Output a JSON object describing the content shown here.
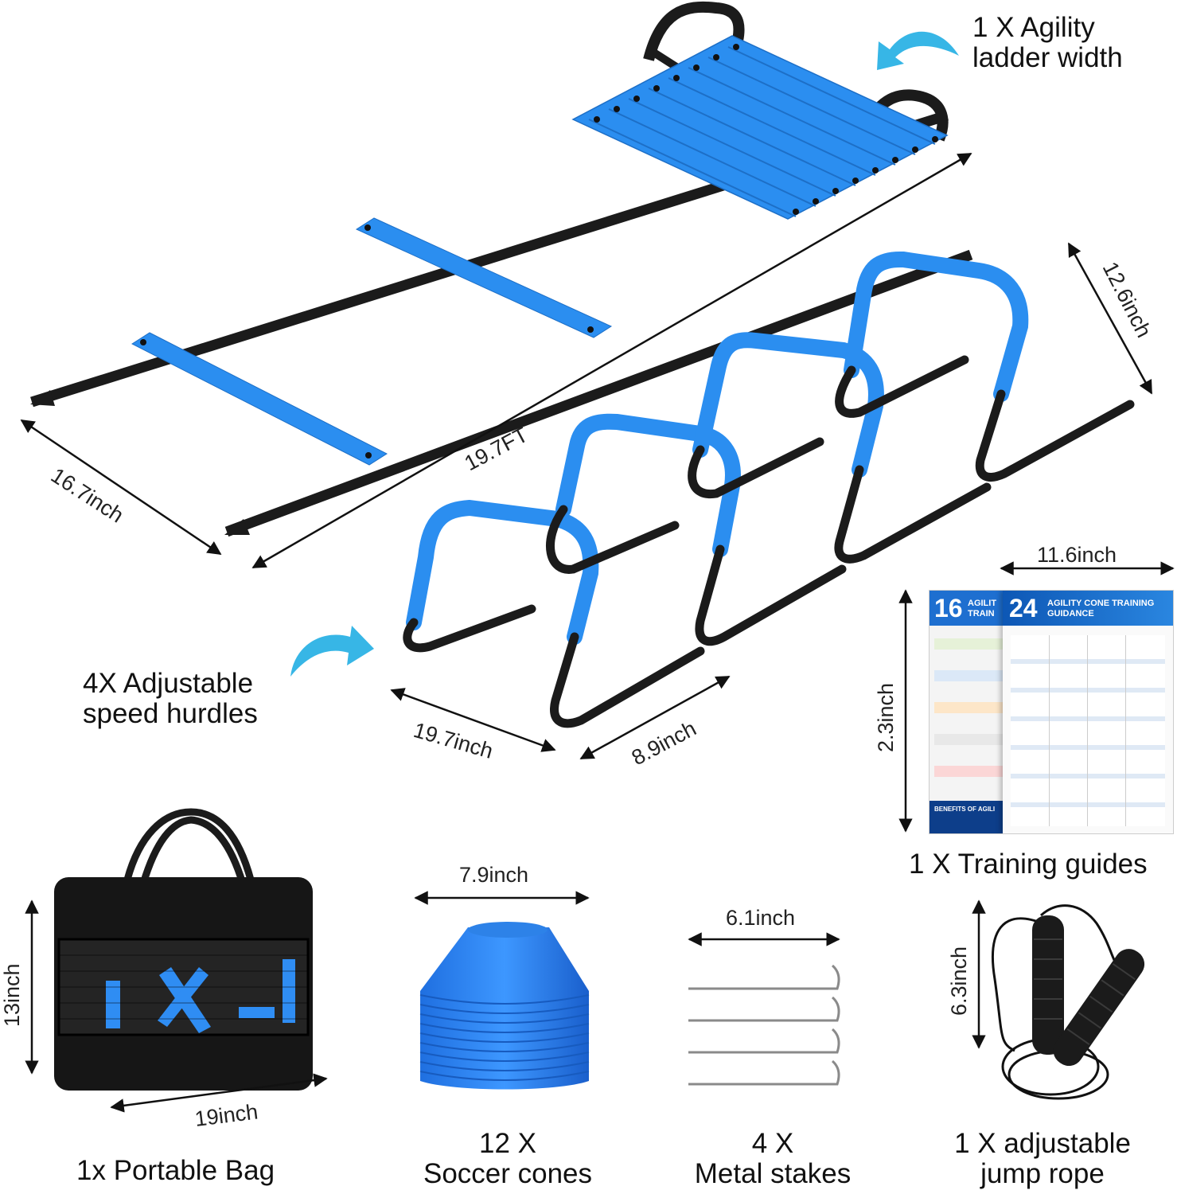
{
  "accent_color": "#2b8ef0",
  "strap_color": "#1b1b1b",
  "items": {
    "ladder": {
      "label_line1": "1 X Agility",
      "label_line2": "ladder width",
      "length": "19.7FT",
      "width": "16.7inch"
    },
    "hurdles": {
      "label_line1": "4X Adjustable",
      "label_line2": "speed hurdles",
      "height": "12.6inch",
      "length": "19.7inch",
      "depth": "8.9inch"
    },
    "guides": {
      "label": "1 X Training guides",
      "width": "11.6inch",
      "height": "2.3inch",
      "poster_back_number": "16",
      "poster_back_title": "AGILIT TRAIN",
      "poster_front_number": "24",
      "poster_front_title": "AGILITY CONE TRAINING GUIDANCE",
      "poster_footer": "BENEFITS OF AGILI"
    },
    "bag": {
      "label": "1x Portable Bag",
      "height": "13inch",
      "width": "19inch"
    },
    "cones": {
      "label_line1": "12 X",
      "label_line2": "Soccer cones",
      "width": "7.9inch"
    },
    "stakes": {
      "label_line1": "4 X",
      "label_line2": "Metal stakes",
      "width": "6.1inch"
    },
    "rope": {
      "label_line1": "1 X adjustable",
      "label_line2": "jump rope",
      "height": "6.3inch"
    }
  }
}
